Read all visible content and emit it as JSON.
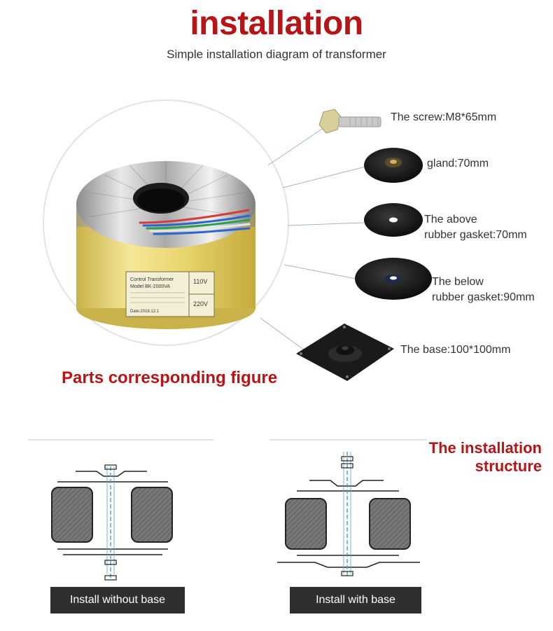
{
  "header": {
    "title": "installation",
    "subtitle": "Simple installation diagram of transformer"
  },
  "transformer_label": {
    "line1": "Control Transformer",
    "line2": "Model BK-2000VA",
    "voltage_in": "110V",
    "voltage_out": "220V",
    "date": "Date:2018.12.1"
  },
  "parts": [
    {
      "label": "The screw:M8*65mm"
    },
    {
      "label": "gland:70mm"
    },
    {
      "label_line1": "The above",
      "label_line2": "rubber gasket:70mm"
    },
    {
      "label_line1": "The below",
      "label_line2": "rubber gasket:90mm"
    },
    {
      "label": "The base:100*100mm"
    }
  ],
  "parts_heading": "Parts corresponding figure",
  "structure_heading": {
    "line1": "The installation",
    "line2": "structure"
  },
  "captions": {
    "without_base": "Install without base",
    "with_base": "Install with base"
  },
  "colors": {
    "accent_red": "#b51516",
    "caption_bg": "#2f2f2f",
    "transformer_yellow": "#e7d36a"
  }
}
